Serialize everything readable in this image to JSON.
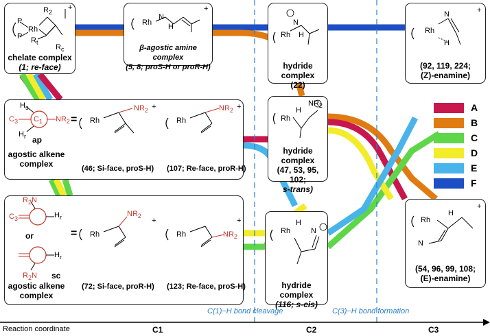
{
  "colors": {
    "A": "#c8174d",
    "B": "#e07b12",
    "C": "#5fd64a",
    "D": "#f2ec2a",
    "E": "#48b4ea",
    "F": "#1d4fc4",
    "dash": "#2a7fc9",
    "red_text": "#c0392b"
  },
  "boxes": {
    "chelate": {
      "label_line1": "chelate complex",
      "label_line2": "(1; re-face)",
      "rh": "Rh",
      "p1": "P",
      "p2": "P",
      "r2": "R",
      "rt": "R",
      "rc": "R",
      "charge": "+"
    },
    "beta_agostic": {
      "label_line1": "β-agostic amine complex",
      "label_line2": "(5, 8; proS-H or proR-H)",
      "rh": "Rh",
      "n": "N",
      "h": "H",
      "charge": "+"
    },
    "hydride22": {
      "label_line1": "hydride complex",
      "label_line2": "(22)",
      "rh": "Rh",
      "n": "N",
      "h": "H"
    },
    "z_enamine": {
      "label_line1": "(92, 119, 224;",
      "label_line2": "(Z)-enamine)",
      "rh": "Rh",
      "n": "N",
      "h": "H",
      "charge": "+"
    },
    "ap": {
      "label_line1": "agostic alkene",
      "label_line2": "complex",
      "ap_tag": "ap",
      "c3": "C",
      "c1": "C",
      "nr2": "NR",
      "hs": "H",
      "hr": "H",
      "eq": "=",
      "caption1": "(46; Si-face, proS-H)",
      "caption2": "(107; Re-face, proR-H)",
      "rh": "Rh",
      "charge": "+"
    },
    "hydride_trans": {
      "label_line1": "hydride complex",
      "label_line2": "(47, 53, 95, 102;",
      "label_line3": "s-trans)",
      "rh": "Rh",
      "nr2": "NR",
      "h": "H"
    },
    "sc": {
      "label_line1": "agostic alkene",
      "label_line2": "complex",
      "or": "or",
      "sc_tag": "sc",
      "c3": "C",
      "r2n": "R",
      "hr": "H",
      "eq": "=",
      "caption1": "(72; Si-face, proR-H)",
      "caption2": "(123; Re-face, proS-H)",
      "rh": "Rh",
      "nr2": "NR",
      "charge": "+"
    },
    "hydride_cis": {
      "label_line1": "hydride complex",
      "label_line2": "(116; s-cis)",
      "rh": "Rh",
      "n": "N",
      "h": "H"
    },
    "e_enamine": {
      "label_line1": "(54, 96, 99, 108;",
      "label_line2": "(E)-enamine)",
      "rh": "Rh",
      "n": "N",
      "h": "H",
      "charge": "+"
    }
  },
  "legend": [
    "A",
    "B",
    "C",
    "D",
    "E",
    "F"
  ],
  "phases": {
    "cleavage": "C(1)−H bond cleavage",
    "formation": "C(3)−H bond formation"
  },
  "axis": {
    "label": "Reaction coordinate",
    "zones": [
      "C1",
      "C2",
      "C3"
    ]
  }
}
